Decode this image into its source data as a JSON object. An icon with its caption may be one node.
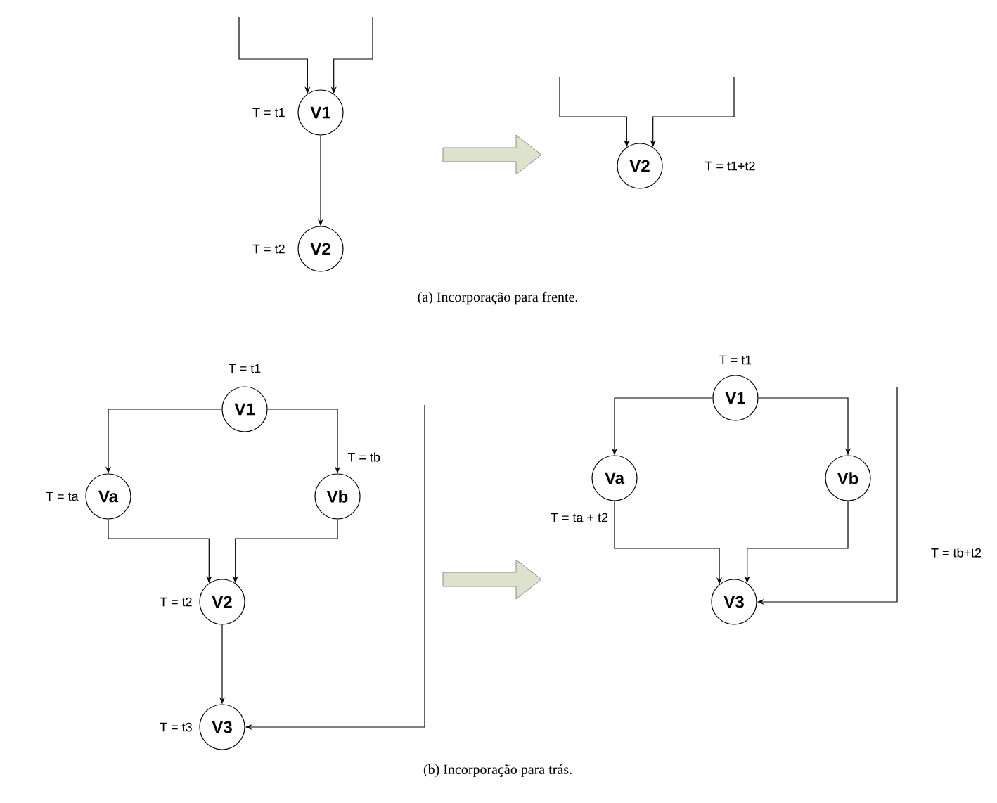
{
  "diagram": {
    "nodes": [
      {
        "text": [
          "V1"
        ],
        "beside": [
          "T = t1"
        ]
      },
      {
        "text": [
          "V2"
        ],
        "beside": [
          "T = t2"
        ]
      },
      {
        "text": [
          "V2"
        ],
        "beside": [
          "T = t1+t2"
        ]
      },
      {
        "text": [
          "V1"
        ],
        "beside": [
          "T = t1"
        ]
      },
      {
        "text": [
          "Va"
        ],
        "beside": [
          "T = ta"
        ]
      },
      {
        "text": [
          "Vb"
        ],
        "beside": [
          "T = tb"
        ]
      },
      {
        "text": [
          "V2"
        ],
        "beside": [
          "T = t2"
        ]
      },
      {
        "text": [
          "V3"
        ],
        "beside": [
          "T = t3"
        ]
      },
      {
        "text": [
          "V1"
        ],
        "beside": [
          "T = t1"
        ]
      },
      {
        "text": [
          "Va"
        ],
        "beside": [
          "T = ta + t2"
        ]
      },
      {
        "text": [
          "Vb"
        ]
      },
      {
        "text": [
          "V3"
        ]
      }
    ],
    "edges": [
      {
        "from": null,
        "to": 0,
        "arrow": "to"
      },
      {
        "from": null,
        "to": 0,
        "arrow": "to"
      },
      {
        "from": 0,
        "to": 1,
        "arrow": "to"
      },
      {
        "from": null,
        "to": 2,
        "arrow": "to"
      },
      {
        "from": null,
        "to": 2,
        "arrow": "to"
      },
      {
        "from": 3,
        "to": 4,
        "arrow": "to"
      },
      {
        "from": 3,
        "to": 5,
        "arrow": "to"
      },
      {
        "from": 4,
        "to": 6,
        "arrow": "to"
      },
      {
        "from": 5,
        "to": 6,
        "arrow": "to"
      },
      {
        "from": 6,
        "to": 7,
        "arrow": "to"
      },
      {
        "from": null,
        "to": 7,
        "arrow": "to"
      },
      {
        "from": 8,
        "to": 9,
        "arrow": "to"
      },
      {
        "from": 8,
        "to": 10,
        "arrow": "to"
      },
      {
        "from": 9,
        "to": 11,
        "arrow": "to"
      },
      {
        "from": 10,
        "to": 11,
        "arrow": "to"
      },
      {
        "from": null,
        "to": 11,
        "arrow": "to",
        "label": "T = tb+t2"
      }
    ],
    "labels": [
      "(a) Incorporação para frente.",
      "(b) Incorporação para trás."
    ]
  }
}
